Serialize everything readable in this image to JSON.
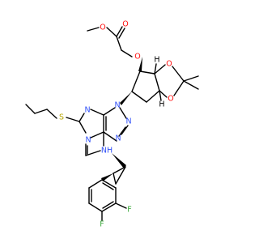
{
  "colors": {
    "bond": "#000000",
    "oxygen": "#ff0d0d",
    "nitrogen": "#3050f8",
    "sulfur": "#b8a600",
    "fluorine": "#38a838",
    "hydrogen": "#000000"
  },
  "labels": {
    "O_ester_methoxy": "O",
    "O_carbonyl": "O",
    "O_ether": "O",
    "O_diox_upper": "O",
    "O_diox_lower": "O",
    "S_thioether": "S",
    "N_pyrimidine_left": "N",
    "N_pyrimidine_bottom": "N",
    "N_triazole_1": "N",
    "N_triazole_2": "N",
    "N_triazole_3": "N",
    "NH_amine": "NH",
    "F_meta": "F",
    "F_para": "F",
    "H_upper_junction": "H",
    "H_lower_junction": "H"
  }
}
